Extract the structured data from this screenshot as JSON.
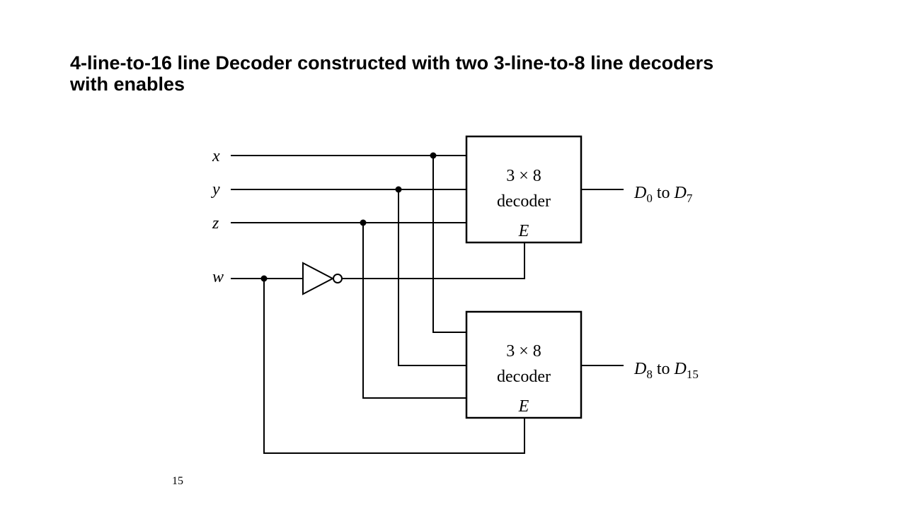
{
  "slide": {
    "title_line1": "4-line-to-16 line Decoder constructed with two 3-line-to-8 line decoders",
    "title_line2": "with enables",
    "page_number": "15"
  },
  "diagram": {
    "inputs": [
      "x",
      "y",
      "z",
      "w"
    ],
    "decoders": [
      {
        "size_label": "3 × 8",
        "type_label": "decoder",
        "enable_label": "E",
        "output": {
          "d": "D",
          "from": "0",
          "to_word": "to",
          "to": "7"
        }
      },
      {
        "size_label": "3 × 8",
        "type_label": "decoder",
        "enable_label": "E",
        "output": {
          "d": "D",
          "from": "8",
          "to_word": "to",
          "to": "15"
        }
      }
    ]
  }
}
